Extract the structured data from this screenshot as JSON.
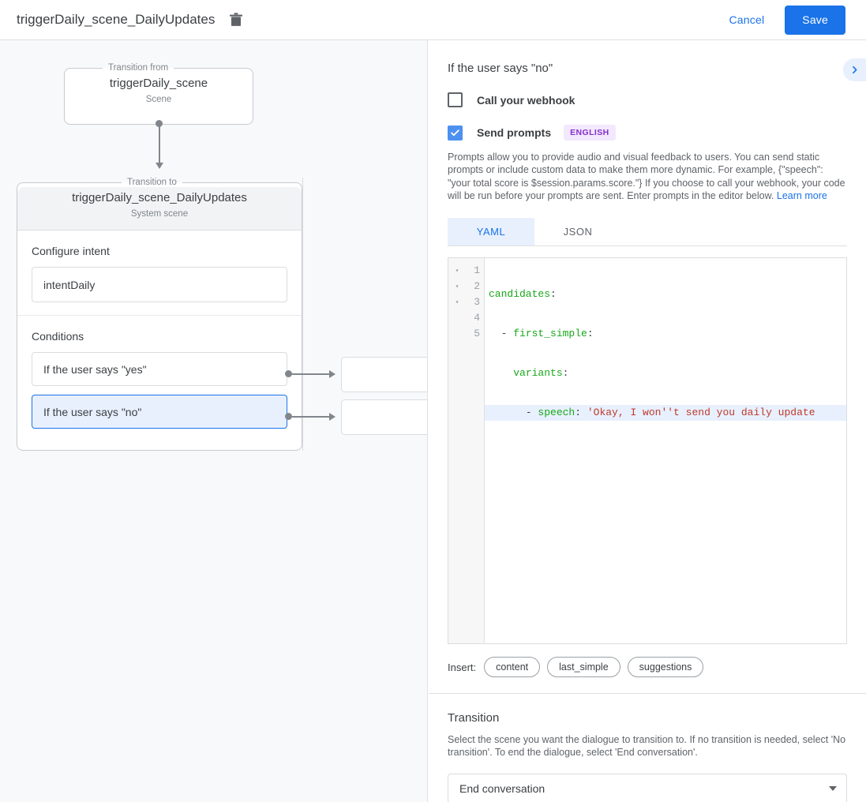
{
  "topbar": {
    "title": "triggerDaily_scene_DailyUpdates",
    "delete_icon": "trash-icon",
    "cancel_label": "Cancel",
    "save_label": "Save",
    "save_color": "#1a73e8"
  },
  "graph": {
    "from": {
      "legend": "Transition from",
      "name": "triggerDaily_scene",
      "subtitle": "Scene"
    },
    "to": {
      "legend": "Transition to",
      "name": "triggerDaily_scene_DailyUpdates",
      "subtitle": "System scene"
    },
    "intent": {
      "label": "Configure intent",
      "value": "intentDaily"
    },
    "conditions": {
      "label": "Conditions",
      "items": [
        {
          "text": "If the user says \"yes\"",
          "selected": false
        },
        {
          "text": "If the user says \"no\"",
          "selected": true
        }
      ]
    },
    "stub_boxes": [
      "",
      ""
    ]
  },
  "right": {
    "title": "If the user says \"no\"",
    "expand_icon": "chevron-right-icon",
    "webhook": {
      "label": "Call your webhook",
      "checked": false
    },
    "prompts": {
      "label": "Send prompts",
      "checked": true,
      "badge": "ENGLISH",
      "badge_bg": "#f3e8fd",
      "badge_color": "#8430ce",
      "description": "Prompts allow you to provide audio and visual feedback to users. You can send static prompts or include custom data to make them more dynamic. For example, {\"speech\": \"your total score is $session.params.score.\"} If you choose to call your webhook, your code will be run before your prompts are sent. Enter prompts in the editor below.",
      "learn_more": "Learn more"
    },
    "tabs": [
      {
        "label": "YAML",
        "active": true
      },
      {
        "label": "JSON",
        "active": false
      }
    ],
    "editor": {
      "line_numbers": [
        "1",
        "2",
        "3",
        "4",
        "5"
      ],
      "fold_arrows": [
        "▾",
        "▾",
        "▾"
      ],
      "active_line": 4,
      "lines": [
        {
          "n": 1,
          "key": "candidates",
          "colon": ":",
          "indent": "",
          "dash": "",
          "value": ""
        },
        {
          "n": 2,
          "key": "first_simple",
          "colon": ":",
          "indent": "  ",
          "dash": "- ",
          "value": ""
        },
        {
          "n": 3,
          "key": "variants",
          "colon": ":",
          "indent": "    ",
          "dash": "",
          "value": ""
        },
        {
          "n": 4,
          "key": "speech",
          "colon": ": ",
          "indent": "      ",
          "dash": "- ",
          "value": "'Okay, I won''t send you daily update"
        },
        {
          "n": 5,
          "key": "",
          "colon": "",
          "indent": "",
          "dash": "",
          "value": ""
        }
      ],
      "raw_text": "candidates:\n  - first_simple:\n      variants:\n        - speech: 'Okay, I won''t send you daily update"
    },
    "insert": {
      "label": "Insert:",
      "chips": [
        "content",
        "last_simple",
        "suggestions"
      ]
    },
    "transition": {
      "title": "Transition",
      "description": "Select the scene you want the dialogue to transition to. If no transition is needed, select 'No transition'. To end the dialogue, select 'End conversation'.",
      "selected": "End conversation"
    }
  }
}
